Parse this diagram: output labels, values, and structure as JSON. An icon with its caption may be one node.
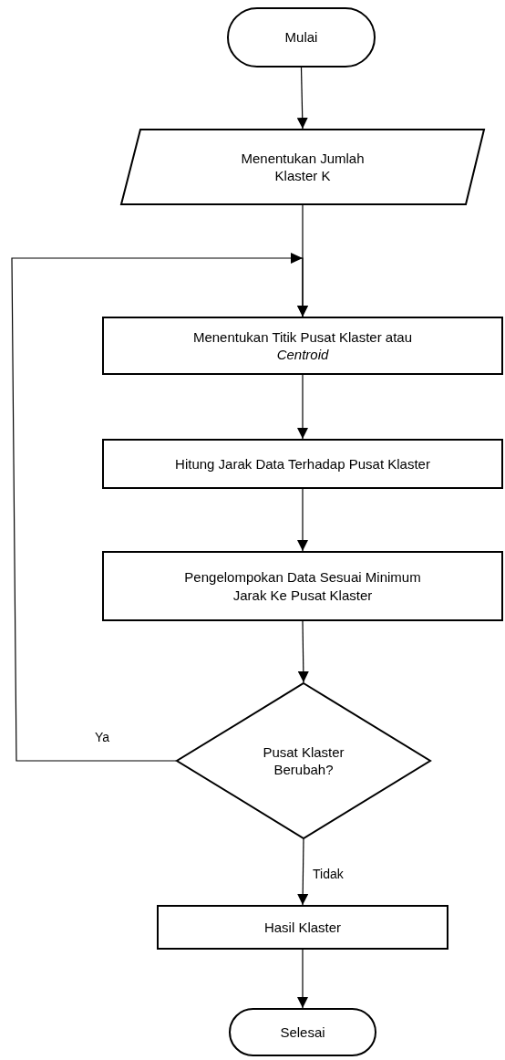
{
  "diagram": {
    "nodes": [
      {
        "text": [
          "Mulai"
        ]
      },
      {
        "text": [
          "Menentukan Jumlah Klaster K"
        ]
      },
      {
        "text": [
          "Menentukan Titik Pusat Klaster atau *Centroid*"
        ]
      },
      {
        "text": [
          "Hitung Jarak Data Terhadap Pusat Klaster"
        ]
      },
      {
        "text": [
          "Pengelompokan Data Sesuai Minimum Jarak Ke Pusat Klaster"
        ]
      },
      {
        "text": [
          "Pusat Klaster Berubah?"
        ]
      },
      {
        "text": [
          "Hasil Klaster"
        ]
      },
      {
        "text": [
          "Selesai"
        ]
      }
    ],
    "edges": [
      {
        "from": 0,
        "to": 1,
        "arrow": "to"
      },
      {
        "from": 1,
        "to": 2,
        "arrow": "to"
      },
      {
        "from": 2,
        "to": 3,
        "arrow": "to"
      },
      {
        "from": 3,
        "to": 4,
        "arrow": "to"
      },
      {
        "from": 4,
        "to": 5,
        "arrow": "to"
      },
      {
        "from": 5,
        "to": 2,
        "arrow": "to",
        "label": "Ya"
      },
      {
        "from": 5,
        "to": 6,
        "arrow": "to",
        "label": "Tidak"
      },
      {
        "from": 6,
        "to": 7,
        "arrow": "to"
      }
    ]
  }
}
